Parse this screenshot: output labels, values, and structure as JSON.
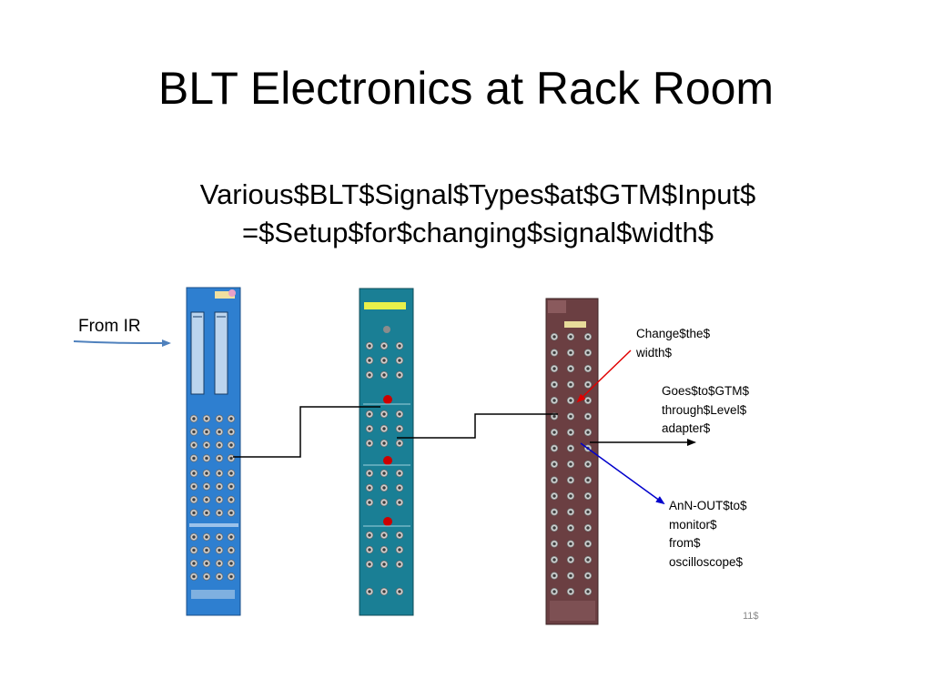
{
  "slide": {
    "title": "BLT Electronics at Rack Room",
    "subtitle_lines": [
      "Various$BLT$Signal$Types$at$GTM$Input$",
      "=$Setup$for$changing$signal$width$"
    ],
    "from_ir_label": "From IR",
    "notes": {
      "change_width": [
        "Change$the$",
        "width$"
      ],
      "goes_to_gtm": [
        "Goes$to$GTM$",
        "through$Level$",
        "adapter$"
      ],
      "monitor": [
        "AnN-OUT$to$",
        "monitor$",
        "from$",
        "oscilloscope$"
      ]
    },
    "page_number": "11$"
  },
  "colors": {
    "arrow_blue": "#4f81bd",
    "arrow_red": "#e00000",
    "arrow_navy": "#0000cc",
    "module_blue": "#2e7fd0",
    "module_teal": "#1a7f95",
    "module_maroon": "#6b3f42"
  },
  "icons": {
    "modules": "nim-module-photo",
    "connectors": "lemo-connector-icon"
  }
}
